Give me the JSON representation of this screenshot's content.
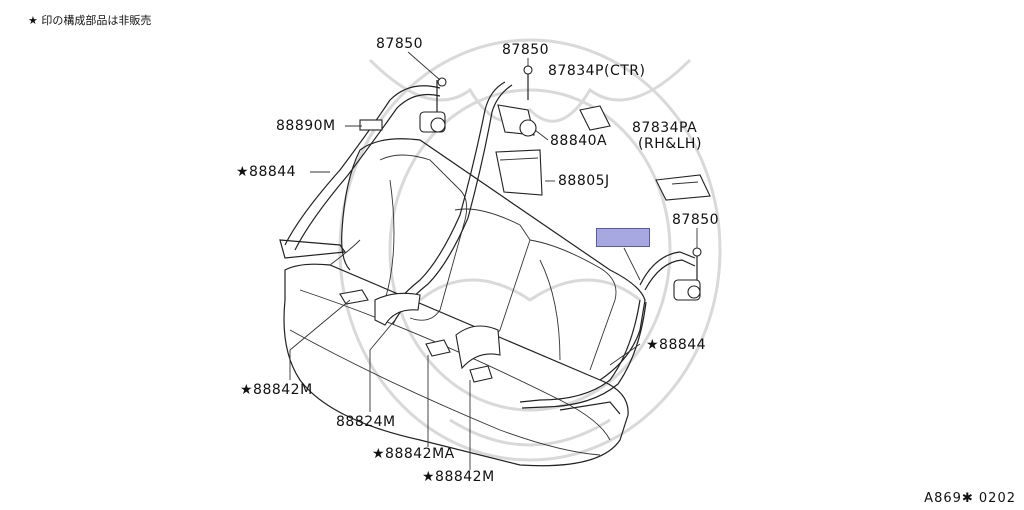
{
  "note": "★ 印の構成部品は非販売",
  "labels": {
    "bolt_left": "87850",
    "bolt_center": "87850",
    "cover_ctr": "87834P(CTR)",
    "cover_side_code": "87834PA",
    "cover_side_pos": "(RH&LH)",
    "retractor_center": "88840A",
    "belt_guide_left": "88890M",
    "belt_left": "★88844",
    "cover_box": "88805J",
    "bolt_right": "87850",
    "belt_right": "★88844",
    "buckle_left": "★88842M",
    "belt_center": "88824M",
    "buckle_center_a": "★88842MA",
    "buckle_center_b": "★88842M"
  },
  "diagram_code": "A869✱ 0202",
  "colors": {
    "highlight": "#a7a8e0"
  }
}
